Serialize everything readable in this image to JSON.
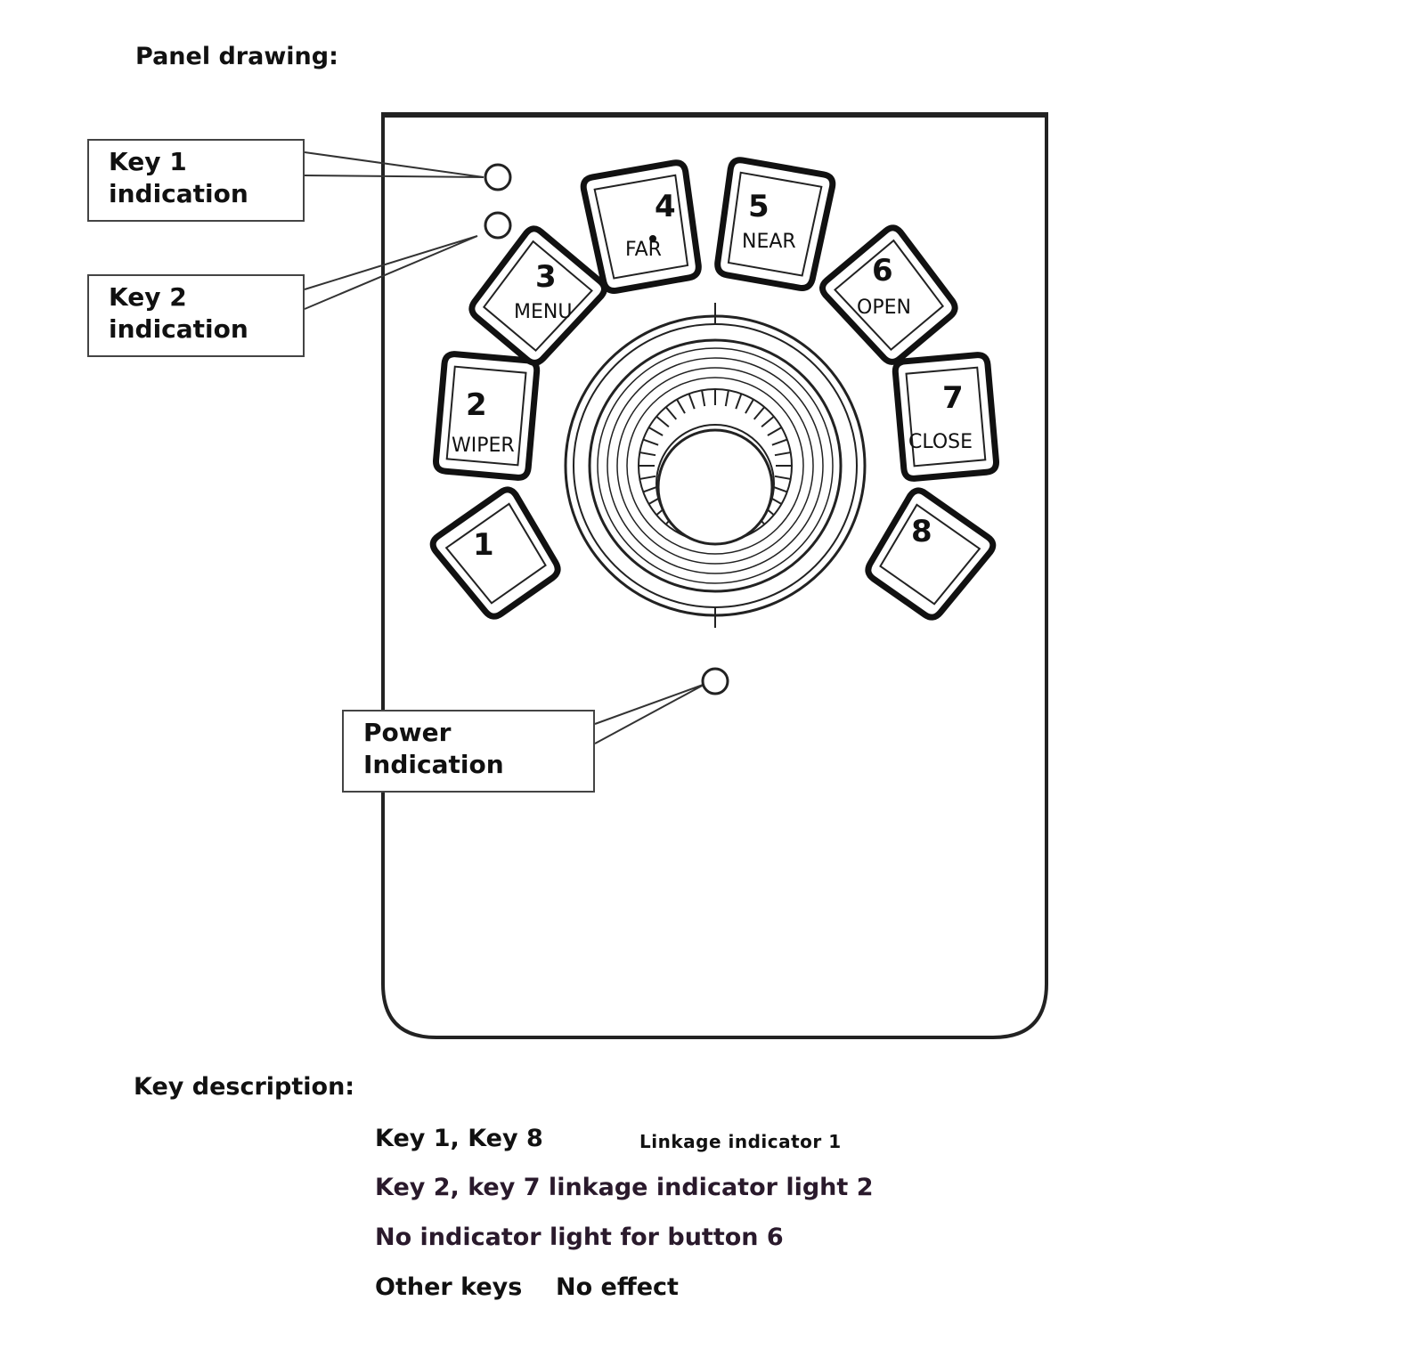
{
  "headings": {
    "panel": "Panel drawing:",
    "keys": "Key description:"
  },
  "callouts": {
    "key1": [
      "Key 1",
      "indication"
    ],
    "key2": [
      "Key 2",
      "indication"
    ],
    "power": [
      "Power",
      "Indication"
    ]
  },
  "keys": [
    {
      "number": "1",
      "label": ""
    },
    {
      "number": "2",
      "label": "WIPER"
    },
    {
      "number": "3",
      "label": "MENU"
    },
    {
      "number": "4",
      "label": "FAR"
    },
    {
      "number": "5",
      "label": "NEAR"
    },
    {
      "number": "6",
      "label": "OPEN"
    },
    {
      "number": "7",
      "label": "CLOSE"
    },
    {
      "number": "8",
      "label": ""
    }
  ],
  "description": {
    "line1_keys": "Key 1, Key 8",
    "line1_note": "Linkage indicator 1",
    "line2": "Key 2, key 7 linkage indicator light 2",
    "line3": "No indicator light for button 6",
    "line4_keys": "Other keys",
    "line4_note": "No effect"
  }
}
